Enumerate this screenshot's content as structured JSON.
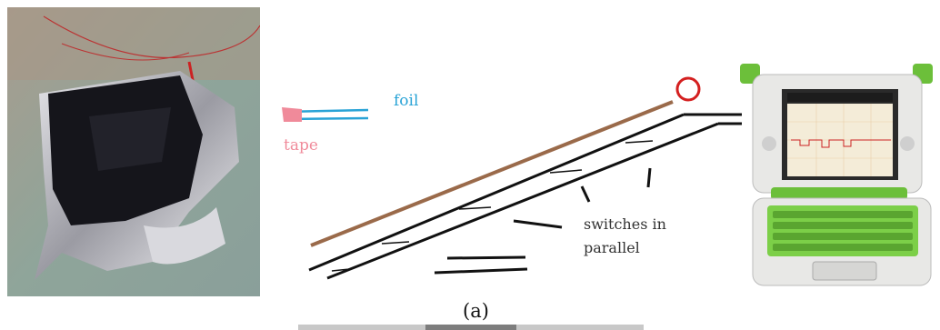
{
  "labels": {
    "foil": "foil",
    "tape": "tape",
    "switches_line1": "switches in",
    "switches_line2": "parallel",
    "panel": "(a)"
  },
  "colors": {
    "foil_label": "#29a3d6",
    "tape_label": "#f08a9a",
    "wire_brown": "#9a6a4a",
    "contact_red": "#d42020",
    "laptop_green": "#6cbf3a"
  },
  "icons": {
    "photo": "foil-switch-photo",
    "laptop": "xo-laptop-icon"
  }
}
